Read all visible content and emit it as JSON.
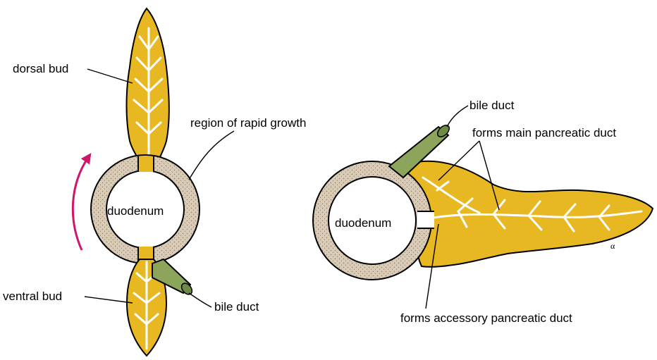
{
  "left_panel": {
    "labels": {
      "dorsal_bud": "dorsal bud",
      "region_growth": "region of rapid growth",
      "duodenum": "duodenum",
      "ventral_bud": "ventral bud",
      "bile_duct": "bile duct"
    },
    "rotation_arrow_color": "#d0166a"
  },
  "right_panel": {
    "labels": {
      "bile_duct": "bile duct",
      "main_duct": "forms main pancreatic duct",
      "duodenum": "duodenum",
      "accessory_duct": "forms accessory pancreatic duct"
    },
    "mark": "α"
  },
  "colors": {
    "pancreas": "#e8b822",
    "duodenum_wall": "#d9cbb5",
    "bile_duct": "#8ca55a",
    "duct_lines": "#ffffff"
  }
}
